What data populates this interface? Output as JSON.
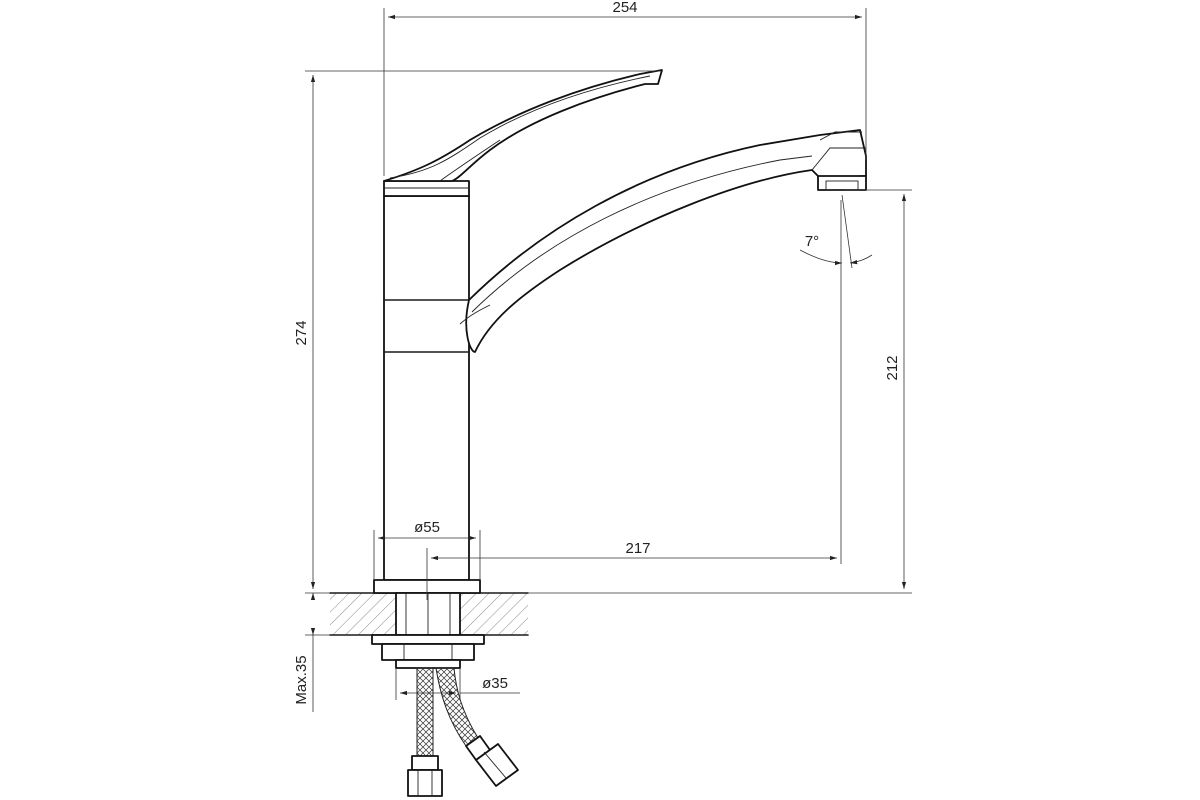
{
  "dimensions": {
    "overall_width": "254",
    "overall_height": "274",
    "spout_height": "212",
    "spout_reach": "217",
    "body_diameter": "ø55",
    "hole_diameter": "ø35",
    "max_counter_thickness": "Max.35",
    "spout_angle": "7°"
  }
}
